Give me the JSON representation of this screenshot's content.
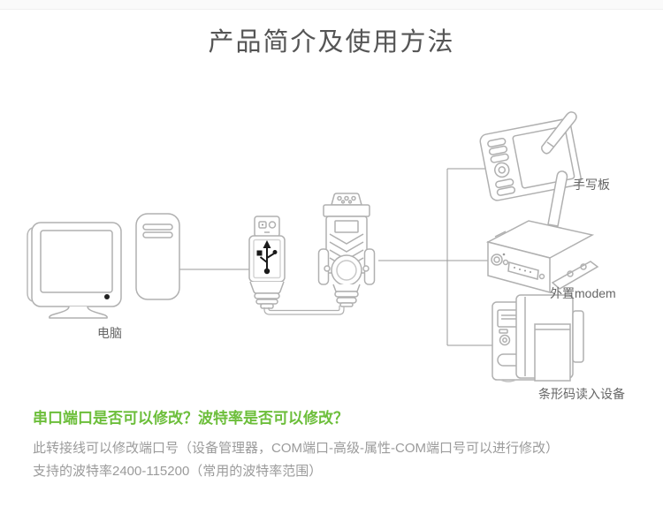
{
  "header": {
    "title": "产品简介及使用方法"
  },
  "colors": {
    "accent_green": "#6cbe3a",
    "title_text": "#555555",
    "body_text": "#9b9b9b",
    "label_text": "#666666",
    "line_art": "#b0b0b0"
  },
  "diagram": {
    "labels": {
      "computer": "电脑",
      "tablet": "手写板",
      "modem": "外置modem",
      "barcode": "条形码读入设备"
    },
    "icons": [
      "desktop-computer-icon",
      "usb-connector-icon",
      "serial-db9-connector-icon",
      "handwriting-tablet-icon",
      "external-modem-icon",
      "barcode-printer-icon"
    ]
  },
  "faq": {
    "question": "串口端口是否可以修改？波特率是否可以修改？",
    "answer_lines": [
      "此转接线可以修改端口号（设备管理器，COM端口-高级-属性-COM端口号可以进行修改）",
      "支持的波特率2400-115200（常用的波特率范围）"
    ]
  }
}
